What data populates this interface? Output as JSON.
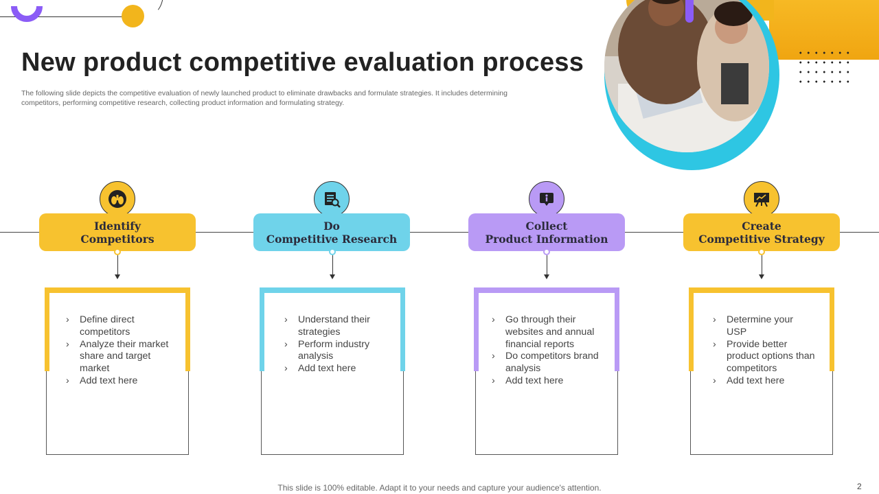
{
  "title": "New product competitive evaluation process",
  "subtitle": "The following slide depicts the competitive evaluation of newly launched product to eliminate drawbacks and formulate strategies. It includes determining competitors, performing competitive research, collecting product information and formulating strategy.",
  "colors": {
    "yellow": "#f7c22f",
    "teal": "#6fd3ea",
    "purple": "#b99af5",
    "dark": "#222222"
  },
  "steps": [
    {
      "line1": "Identify",
      "line2": "Competitors",
      "icon": "binoculars-icon",
      "bullets": [
        "Define direct competitors",
        "Analyze their market share and target market",
        "Add text here"
      ]
    },
    {
      "line1": "Do",
      "line2": "Competitive Research",
      "icon": "document-search-icon",
      "bullets": [
        "Understand their strategies",
        "Perform industry analysis",
        "Add text here"
      ]
    },
    {
      "line1": "Collect",
      "line2": "Product Information",
      "icon": "info-chat-icon",
      "bullets": [
        "Go through their websites and annual financial reports",
        "Do competitors brand analysis",
        "Add text here"
      ]
    },
    {
      "line1": "Create",
      "line2": "Competitive Strategy",
      "icon": "presentation-board-icon",
      "bullets": [
        "Determine your USP",
        "Provide better product options than competitors",
        "Add text here"
      ]
    }
  ],
  "footer": "This slide is 100% editable. Adapt it to your needs and capture your audience's attention.",
  "page_number": "2"
}
